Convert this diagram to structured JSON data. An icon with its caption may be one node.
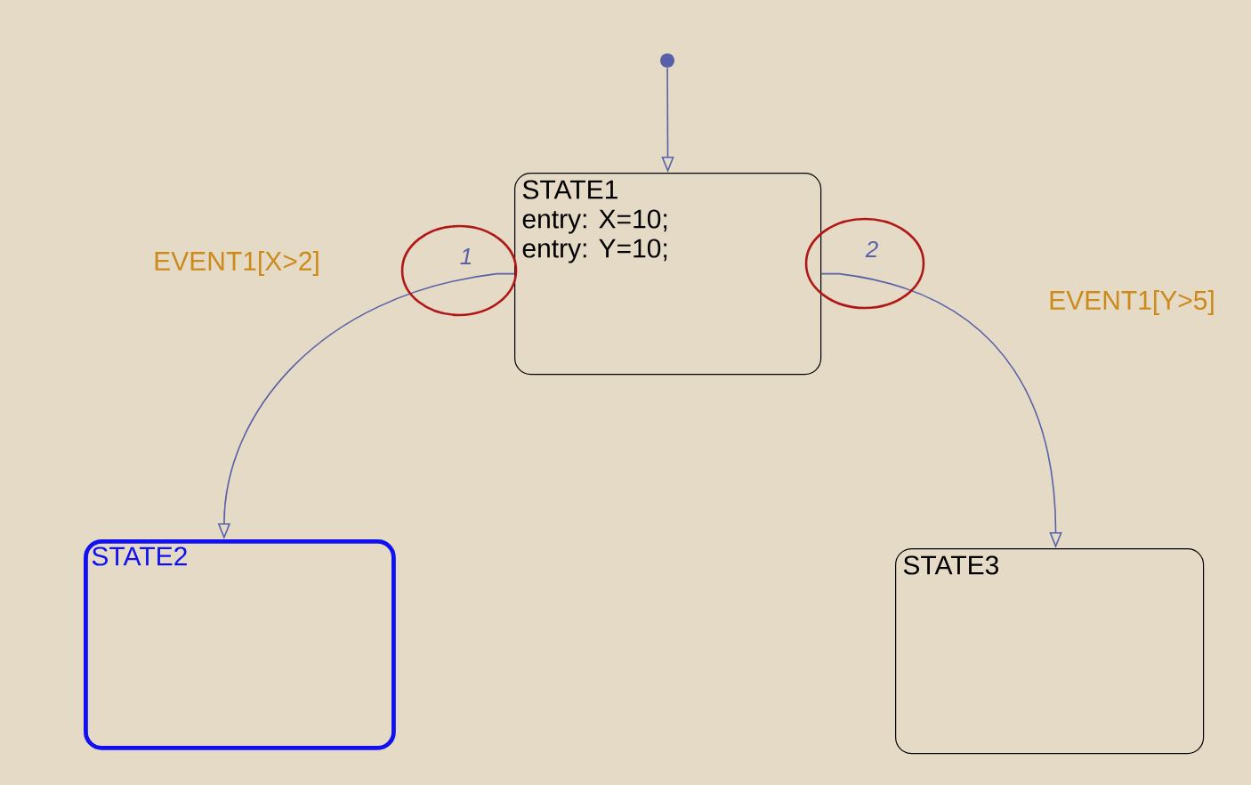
{
  "diagram": {
    "nodes": [
      {
        "text": [],
        "shape": "circle"
      },
      {
        "text": [
          "STATE1",
          "entry: X=10;",
          "entry: Y=10;"
        ]
      },
      {
        "text": [
          "STATE2"
        ]
      },
      {
        "text": [
          "STATE3"
        ]
      }
    ],
    "labels": [
      "1",
      "2"
    ],
    "edges": [
      {
        "from": 0,
        "to": 1,
        "arrow": "to"
      },
      {
        "from": 1,
        "to": 2,
        "arrow": "to",
        "label": "EVENT1[X>2]"
      },
      {
        "from": 1,
        "to": 3,
        "arrow": "to",
        "label": "EVENT1[Y>5]"
      }
    ]
  }
}
